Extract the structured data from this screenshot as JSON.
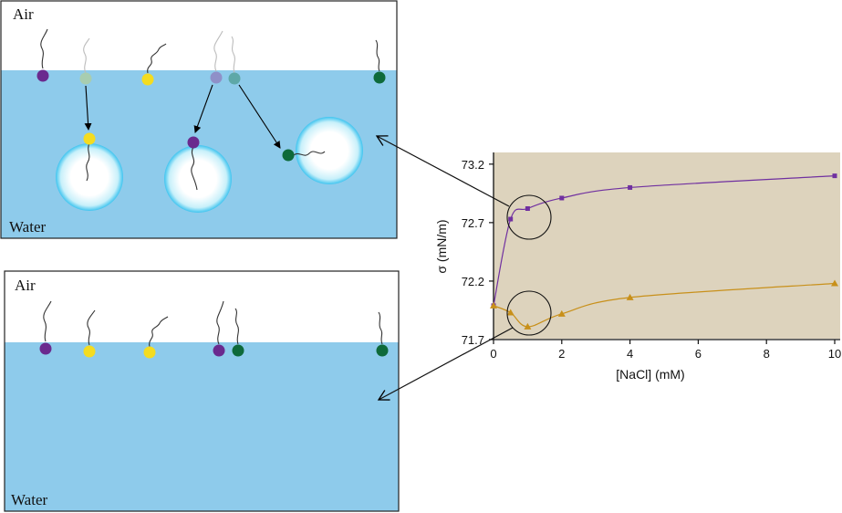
{
  "panels": {
    "top": {
      "air_label": "Air",
      "water_label": "Water"
    },
    "bottom": {
      "air_label": "Air",
      "water_label": "Water"
    }
  },
  "colors": {
    "water": "#8ecbeb",
    "purple": "#6a2a8e",
    "yellow": "#f4dc20",
    "green": "#0e6a3a",
    "faded_green": "#a8cdb0",
    "faded_purple": "#8f90c8",
    "faded_teal": "#5ea8a8",
    "chart_bg": "#ddd3bd",
    "series_purple": "#7030a0",
    "series_gold": "#c8901a"
  },
  "chart_data": {
    "type": "line",
    "xlabel": "[NaCl] (mM)",
    "ylabel": "σ (mN/m)",
    "xlim": [
      0,
      10
    ],
    "ylim": [
      71.7,
      73.3
    ],
    "xticks": [
      "0",
      "2",
      "4",
      "6",
      "8",
      "10"
    ],
    "yticks": [
      "71.7",
      "72.2",
      "72.7",
      "73.2"
    ],
    "series": [
      {
        "marker": "square",
        "color": "#7030a0",
        "x": [
          0,
          0.5,
          1,
          2,
          4,
          10
        ],
        "y": [
          71.99,
          72.73,
          72.82,
          72.91,
          73.0,
          73.1
        ]
      },
      {
        "marker": "triangle",
        "color": "#c8901a",
        "x": [
          0,
          0.5,
          1,
          2,
          4,
          10
        ],
        "y": [
          71.99,
          71.93,
          71.81,
          71.92,
          72.06,
          72.18
        ]
      }
    ]
  }
}
